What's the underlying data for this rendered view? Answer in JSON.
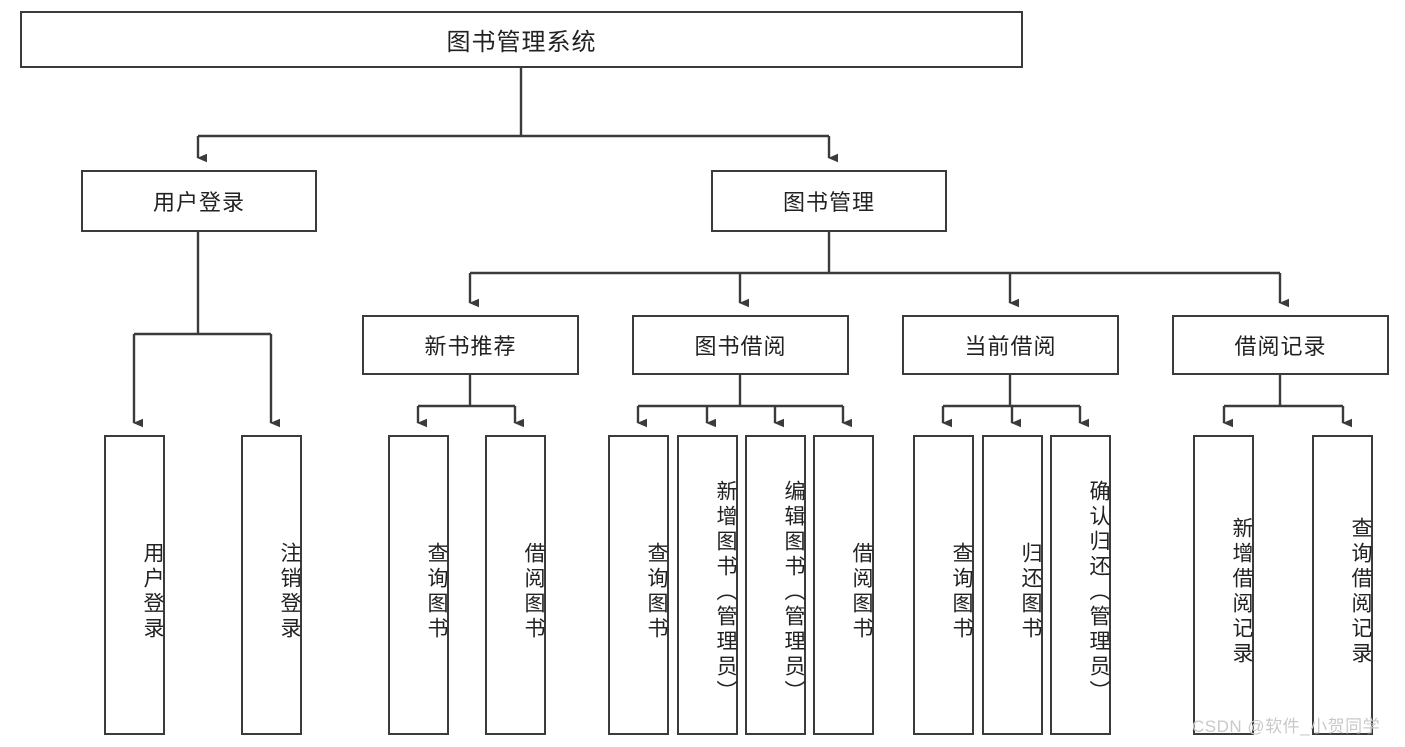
{
  "diagram": {
    "type": "tree-hierarchy",
    "title": "图书管理系统",
    "root": {
      "label": "图书管理系统"
    },
    "level2": [
      {
        "label": "用户登录"
      },
      {
        "label": "图书管理"
      }
    ],
    "level3": [
      {
        "label": "新书推荐"
      },
      {
        "label": "图书借阅"
      },
      {
        "label": "当前借阅"
      },
      {
        "label": "借阅记录"
      }
    ],
    "leaves": {
      "user_login": [
        {
          "label": "用户登录"
        },
        {
          "label": "注销登录"
        }
      ],
      "new_book_recommend": [
        {
          "label": "查询图书"
        },
        {
          "label": "借阅图书"
        }
      ],
      "book_borrow": [
        {
          "label": "查询图书"
        },
        {
          "label": "新增图书（管理员）"
        },
        {
          "label": "编辑图书（管理员）"
        },
        {
          "label": "借阅图书"
        }
      ],
      "current_borrow": [
        {
          "label": "查询图书"
        },
        {
          "label": "归还图书"
        },
        {
          "label": "确认归还（管理员）"
        }
      ],
      "borrow_record": [
        {
          "label": "新增借阅记录"
        },
        {
          "label": "查询借阅记录"
        }
      ]
    }
  },
  "watermark": {
    "text": "CSDN @软件_小贺同学"
  },
  "colors": {
    "border": "#3b3b3b",
    "background": "#ffffff",
    "text": "#222222",
    "watermark": "#c9c9c9"
  }
}
